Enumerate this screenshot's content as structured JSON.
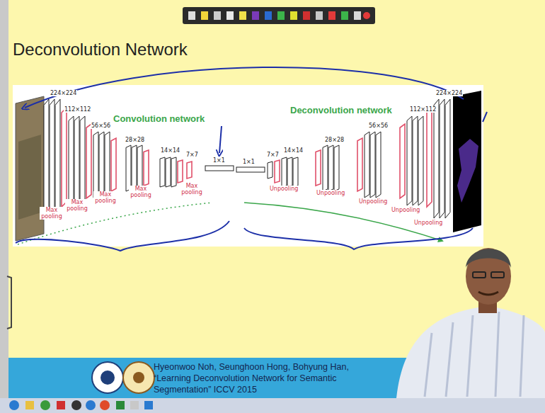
{
  "diagram": {
    "title": "Deconvolution Network",
    "caption": "Hyeonwoo Noh, Seunghoon Hong, Bohyung Han, “Learning Deconvolution Network for Semantic Segmentation” ICCV 2015",
    "labels": [
      "224×224",
      "112×112",
      "56×56",
      "28×28",
      "14×14",
      "7×7",
      "1×1",
      "1×1",
      "7×7",
      "14×14",
      "28×28",
      "56×56",
      "112×112",
      "224×224",
      "Convolution network",
      "Deconvolution network",
      "Max pooling",
      "Max pooling",
      "Max pooling",
      "Max pooling",
      "Max pooling",
      "Unpooling",
      "Unpooling",
      "Unpooling",
      "Unpooling",
      "Unpooling"
    ]
  }
}
